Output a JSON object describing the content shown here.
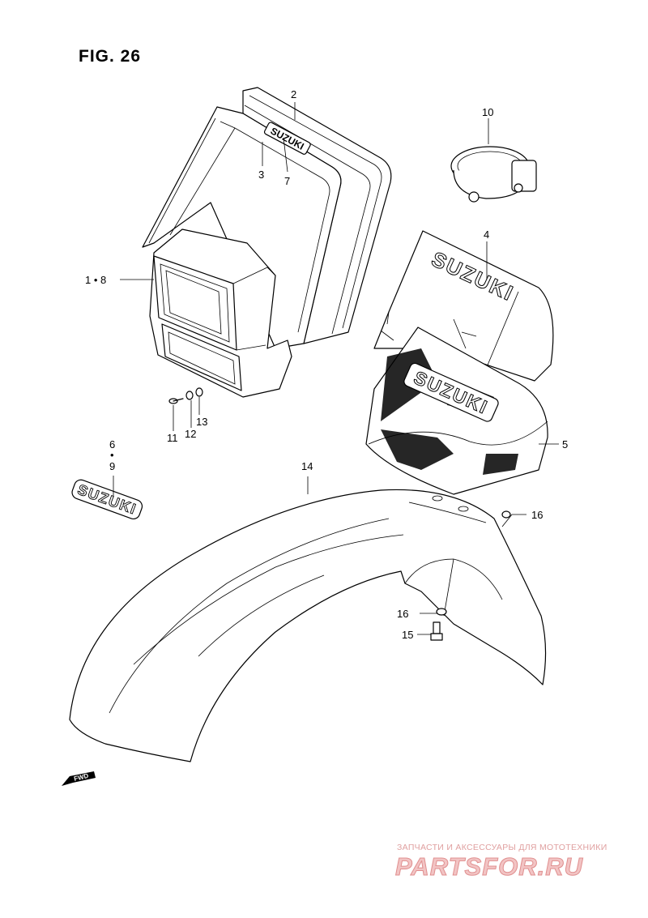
{
  "figure": {
    "title": "FIG. 26"
  },
  "callouts": {
    "c1_8": "1 • 8",
    "c2": "2",
    "c3": "3",
    "c7": "7",
    "c10": "10",
    "c4": "4",
    "c5": "5",
    "c6": "6",
    "c6_dot": "•",
    "c9": "9",
    "c11": "11",
    "c12": "12",
    "c13": "13",
    "c14": "14",
    "c16a": "16",
    "c16b": "16",
    "c15": "15"
  },
  "decals": {
    "brand_small": "SUZUKI",
    "brand_large": "SUZUKI",
    "brand_shroud": "SUZUKI",
    "brand_emblem": "SUZUKI"
  },
  "fwd_label": "FWD",
  "watermark": {
    "tagline": "ЗАПЧАСТИ И АКСЕССУАРЫ ДЛЯ МОТОТЕХНИКИ",
    "brand": "PARTSFOR.RU"
  }
}
